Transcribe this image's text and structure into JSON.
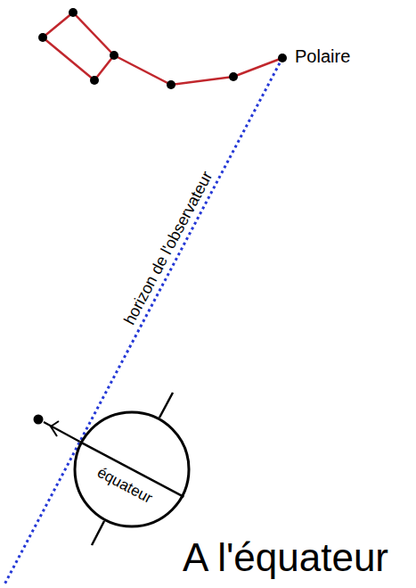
{
  "diagram": {
    "nodes": [
      {
        "text": [
          "équateur"
        ]
      }
    ],
    "labels": [
      "Polaire",
      "horizon de l'observateur",
      "A l'équateur"
    ]
  }
}
